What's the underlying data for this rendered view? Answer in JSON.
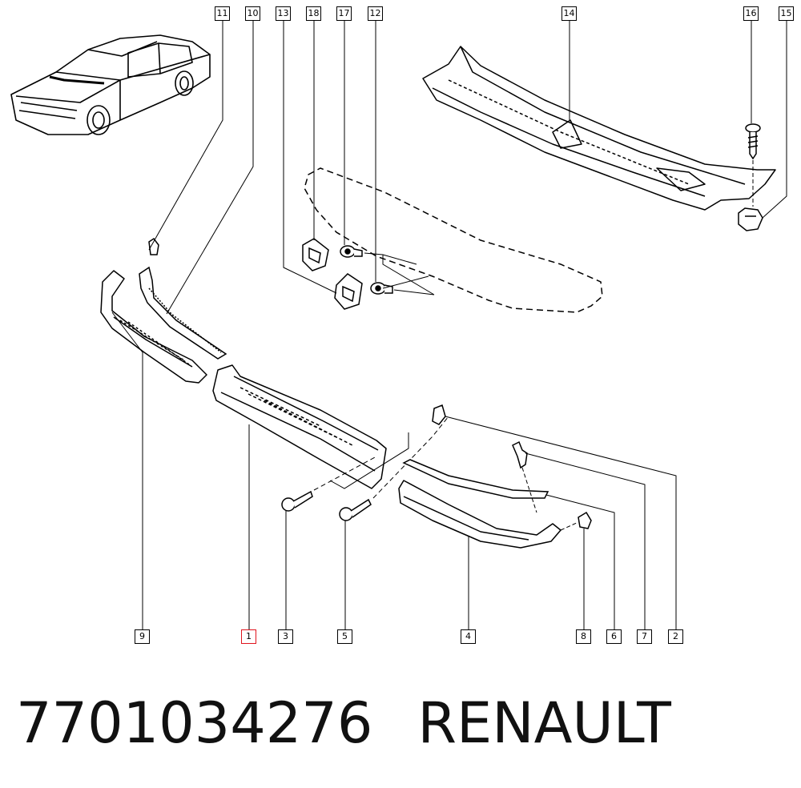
{
  "diagram": {
    "callouts_top": [
      "11",
      "10",
      "13",
      "18",
      "17",
      "12",
      "14",
      "16",
      "15"
    ],
    "callouts_bottom": [
      "9",
      "1",
      "3",
      "5",
      "4",
      "8",
      "6",
      "7",
      "2"
    ],
    "selected_callout": "1"
  },
  "footer": {
    "part_number": "7701034276",
    "brand": "RENAULT"
  },
  "colors": {
    "line": "#000000",
    "selected": "#e0141e",
    "background": "#ffffff"
  }
}
